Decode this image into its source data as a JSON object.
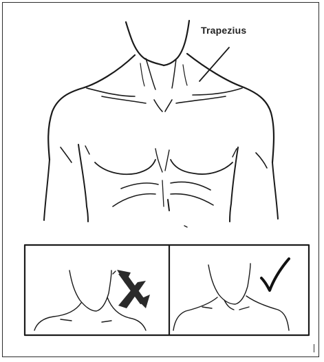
{
  "figure": {
    "main_label": "Trapezius",
    "panels": [
      {
        "id": "incorrect",
        "mark": "cross-mark"
      },
      {
        "id": "correct",
        "mark": "check-mark"
      }
    ]
  },
  "colors": {
    "line": "#1a1a1a",
    "background": "#ffffff"
  }
}
